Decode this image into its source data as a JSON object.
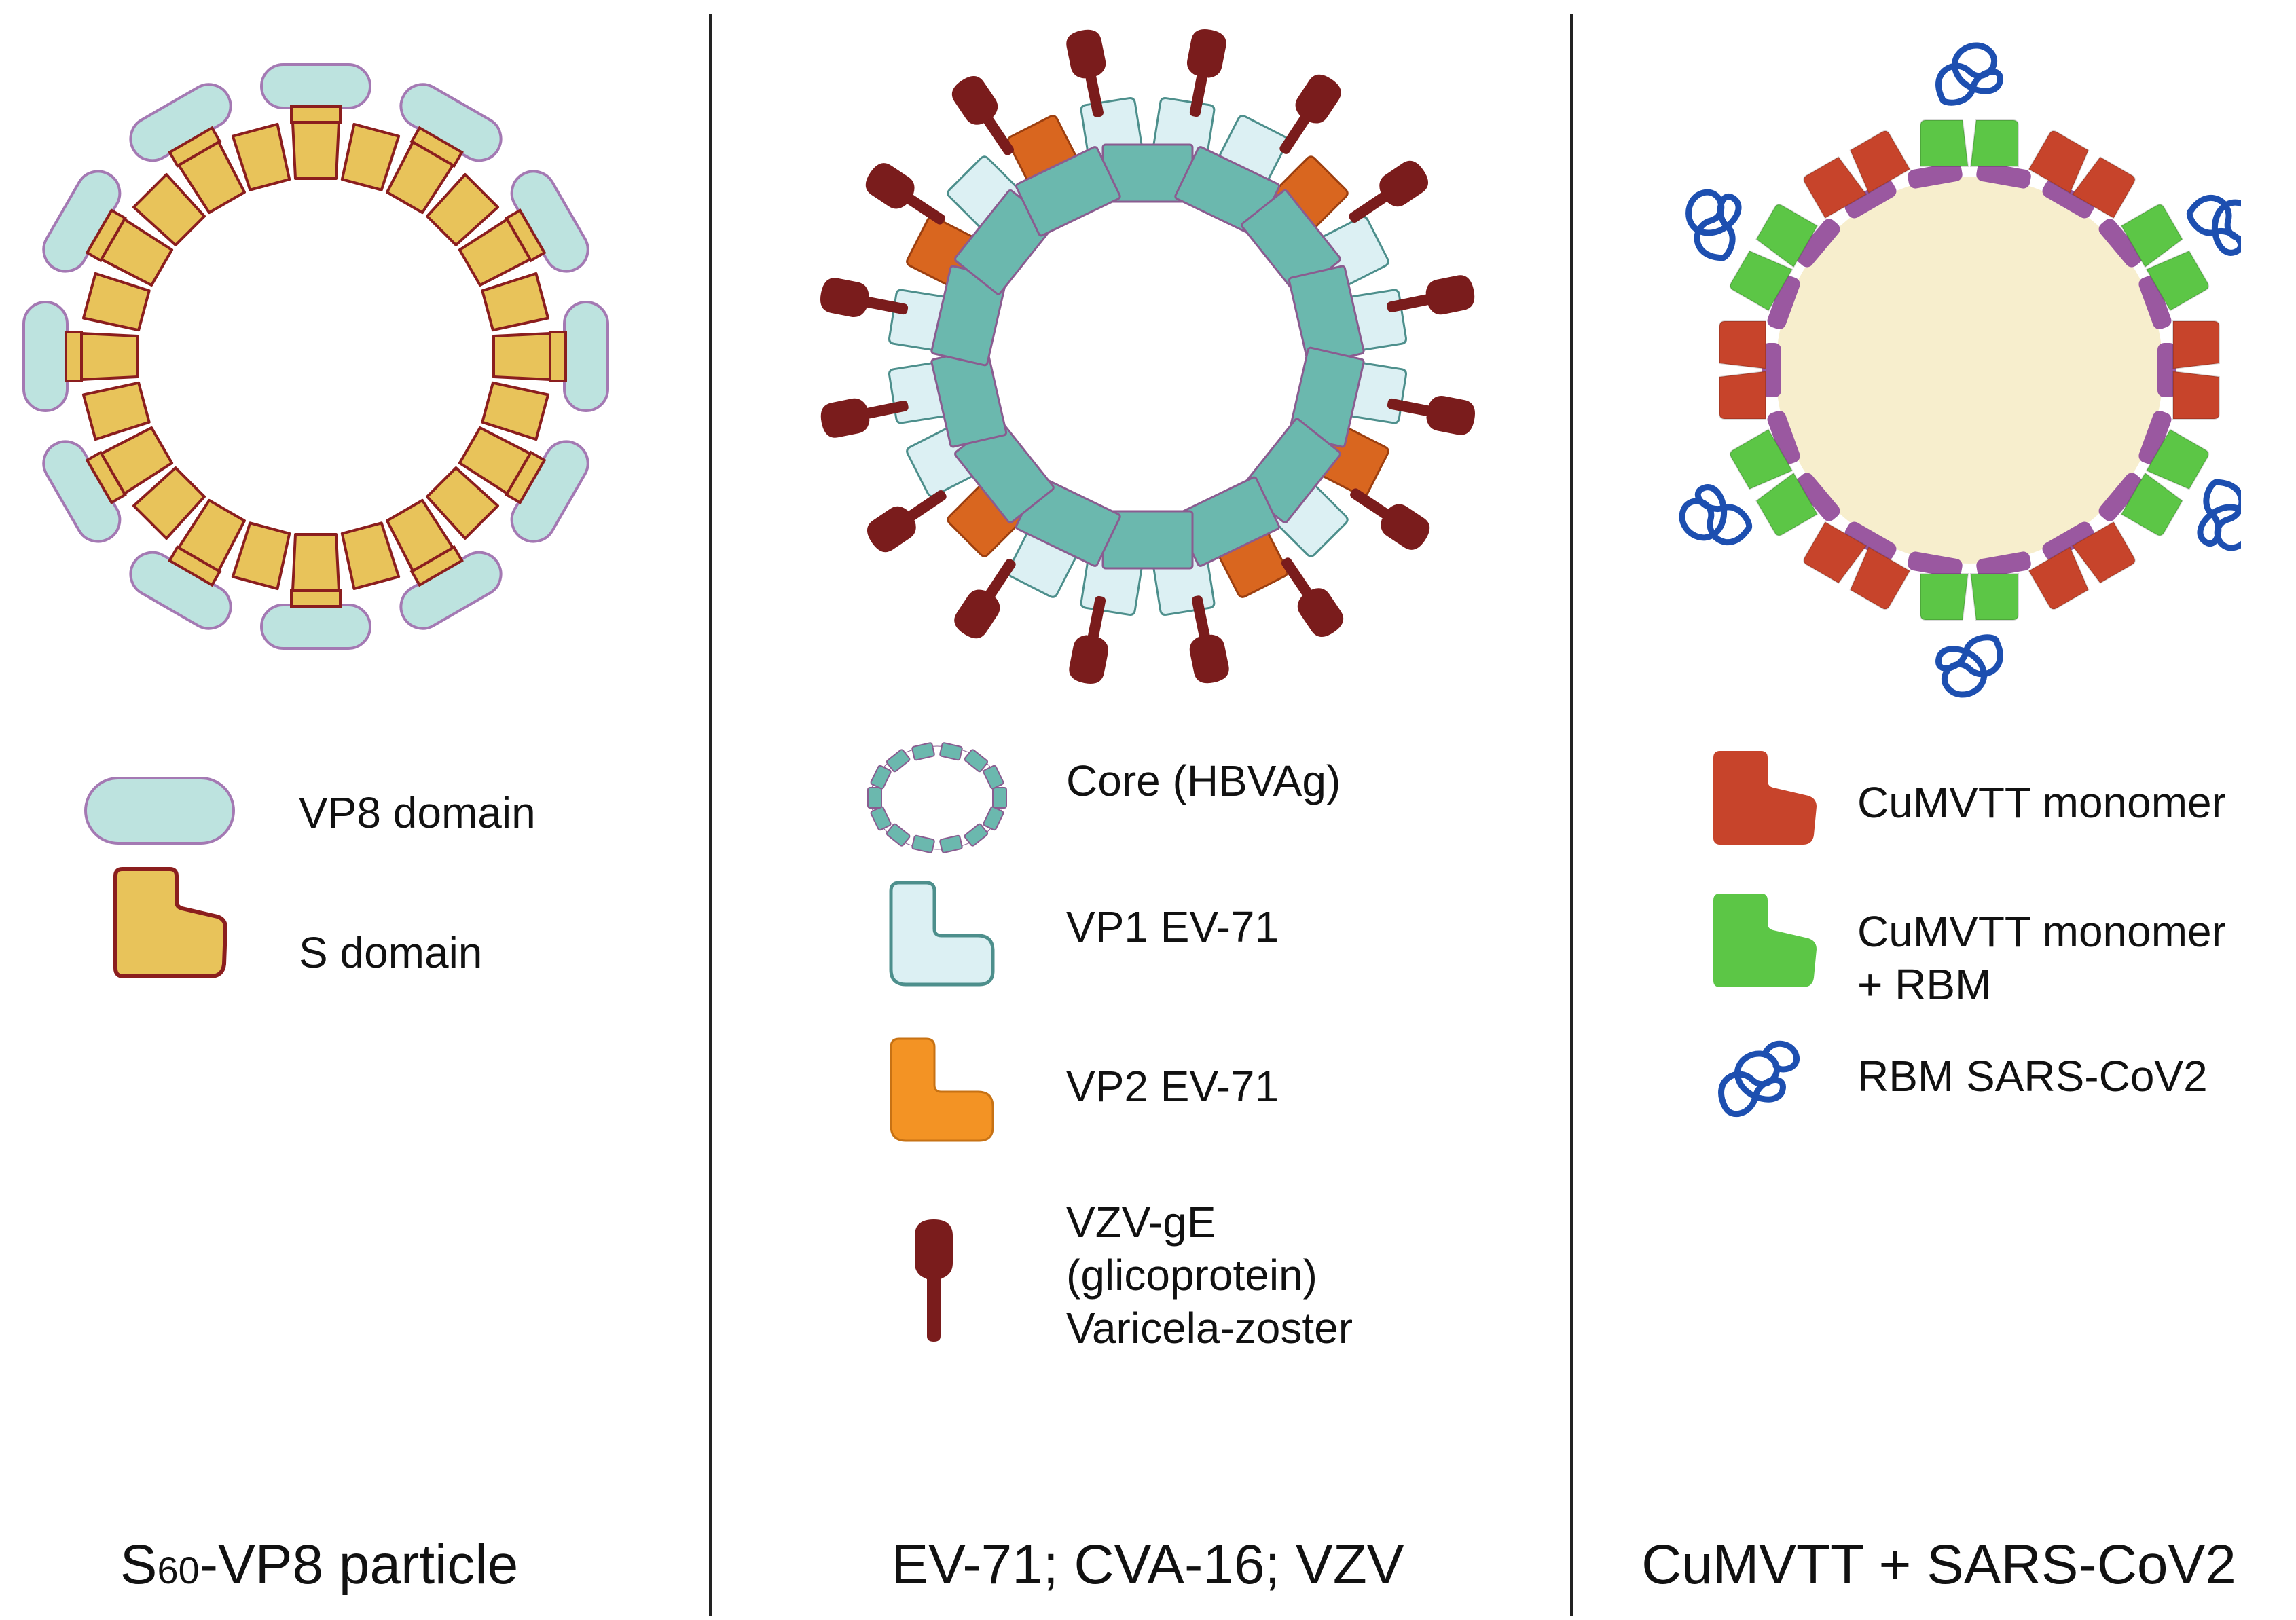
{
  "colors": {
    "vp8_fill": "#bde3df",
    "vp8_stroke": "#a479b3",
    "s_fill": "#e8c35a",
    "s_stroke": "#8b1e1e",
    "core_fill": "#6bb8ae",
    "core_stroke": "#8a5c90",
    "vp1_fill": "#dcf0f3",
    "vp1_stroke": "#4d8f8c",
    "vp2_fill": "#d9661f",
    "vp2_legend_fill": "#f39324",
    "vzv_fill": "#7a1c1c",
    "cumv_fill": "#c7442b",
    "cumv_rbm_fill": "#5cc646",
    "membrane_fill": "#9a58a0",
    "interior_fill": "#f7eecd",
    "rbm_stroke": "#1d4fb0"
  },
  "panels": [
    {
      "id": "s60",
      "caption_prefix": "S",
      "caption_sub": "60",
      "caption_suffix": "-VP8 particle",
      "legend": [
        {
          "icon": "vp8-domain-icon",
          "label": "VP8 domain"
        },
        {
          "icon": "s-domain-icon",
          "label": "S domain"
        }
      ]
    },
    {
      "id": "ev71",
      "caption": "EV-71; CVA-16; VZV",
      "legend": [
        {
          "icon": "core-ring-icon",
          "label": "Core (HBVAg)"
        },
        {
          "icon": "vp1-icon",
          "label": "VP1 EV-71"
        },
        {
          "icon": "vp2-icon",
          "label": "VP2 EV-71"
        },
        {
          "icon": "vzv-ge-icon",
          "lines": [
            "VZV-gE",
            "(glicoprotein)",
            "Varicela-zoster"
          ]
        }
      ]
    },
    {
      "id": "cumv",
      "caption": "CuMVTT + SARS-CoV2",
      "legend": [
        {
          "icon": "cumv-monomer-icon",
          "label": "CuMVTT monomer"
        },
        {
          "icon": "cumv-rbm-monomer-icon",
          "lines": [
            "CuMVTT monomer",
            "+ RBM"
          ]
        },
        {
          "icon": "rbm-squiggle-icon",
          "label": "RBM SARS-CoV2"
        }
      ]
    }
  ]
}
